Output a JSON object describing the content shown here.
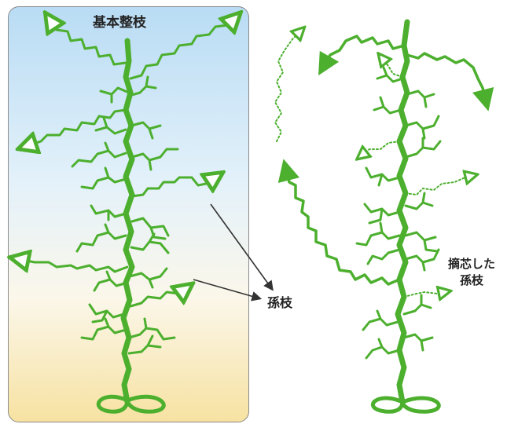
{
  "labels": {
    "title": "基本整枝",
    "grandchild_branch": "孫枝",
    "pinched_line1": "摘芯した",
    "pinched_line2": "孫枝"
  },
  "colors": {
    "plant_green": "#4caf2e",
    "arrow_dark": "#333333",
    "panel_top": "#b9dcf4",
    "panel_bottom": "#f7e2a2"
  }
}
